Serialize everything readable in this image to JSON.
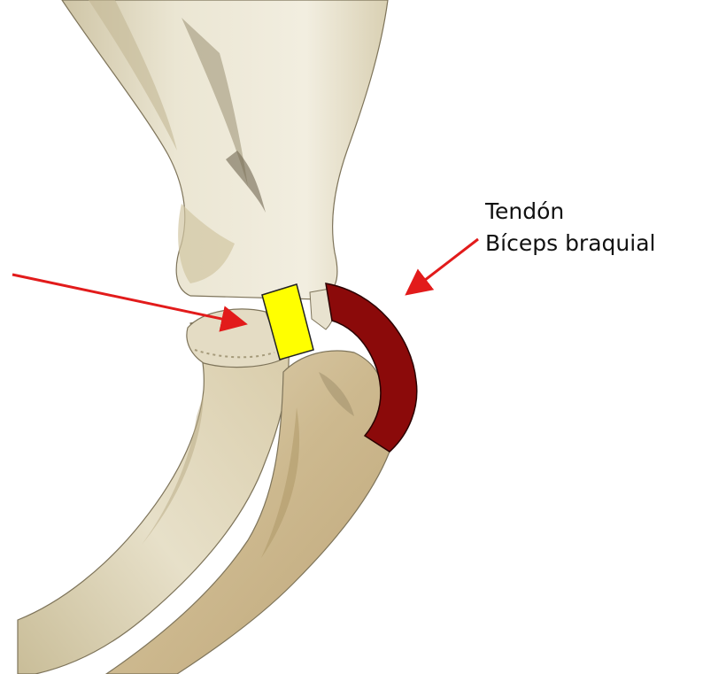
{
  "annotation": {
    "line1": "Tendón",
    "line2": "Bíceps braquial"
  },
  "colors": {
    "bone_light": "#ede8d6",
    "bone_mid": "#ddd3b6",
    "bone_shadow": "#b7a984",
    "bone_dark": "#8f8466",
    "tendon": "#8b0a0a",
    "marker_fill": "#ffff00",
    "arrow": "#e21b1b",
    "text": "#111111"
  },
  "icons": {
    "marker": "yellow-rectangle",
    "tendon": "dark-red-arc",
    "pointer": "red-arrow"
  }
}
